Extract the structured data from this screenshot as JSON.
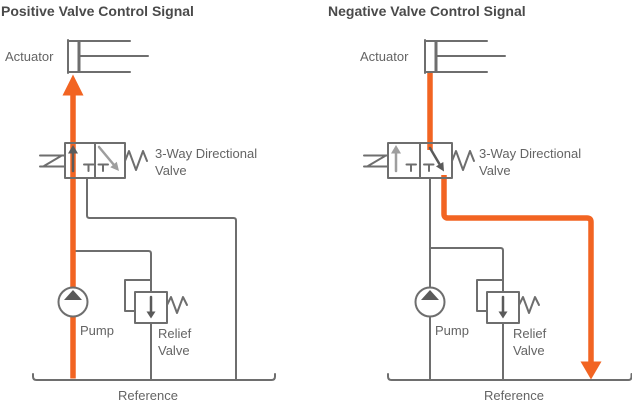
{
  "colors": {
    "accent_orange": "#f26422",
    "circuit_gray": "#6e6e6e",
    "active_symbol_gray": "#5a5a5a",
    "inactive_symbol_gray": "#9e9e9e",
    "title_text": "#4a4a4a",
    "label_text": "#646464",
    "background": "#ffffff"
  },
  "diagrams": [
    {
      "id": "positive",
      "title": "Positive Valve Control Signal",
      "labels": {
        "actuator": "Actuator",
        "valve_line1": "3-Way Directional",
        "valve_line2": "Valve",
        "pump": "Pump",
        "relief_line1": "Relief",
        "relief_line2": "Valve",
        "reference": "Reference"
      }
    },
    {
      "id": "negative",
      "title": "Negative Valve Control Signal",
      "labels": {
        "actuator": "Actuator",
        "valve_line1": "3-Way Directional",
        "valve_line2": "Valve",
        "pump": "Pump",
        "relief_line1": "Relief",
        "relief_line2": "Valve",
        "reference": "Reference"
      }
    }
  ]
}
